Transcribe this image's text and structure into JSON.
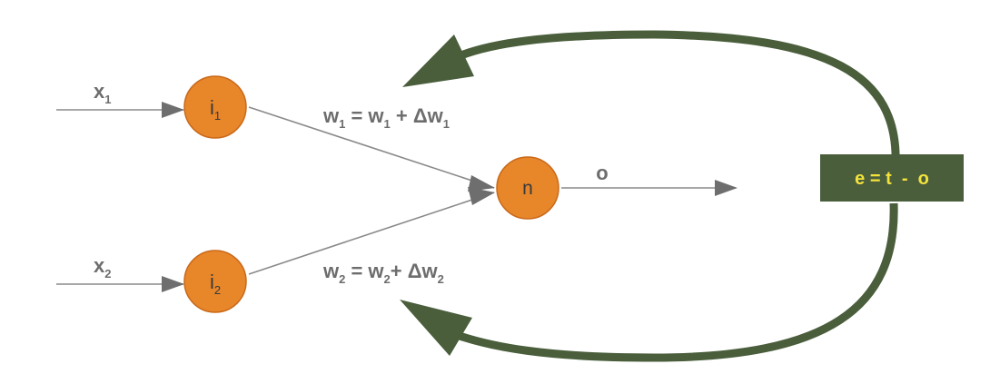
{
  "inputs": [
    {
      "var": "x",
      "sub": "1"
    },
    {
      "var": "x",
      "sub": "2"
    }
  ],
  "nodes": [
    {
      "letter": "i",
      "sub": "1"
    },
    {
      "letter": "i",
      "sub": "2"
    },
    {
      "letter": "n",
      "sub": ""
    }
  ],
  "weights": [
    {
      "w": "w",
      "s1": "1",
      "eq": " = w",
      "s2": "1",
      "plus": " + Δw",
      "s3": "1"
    },
    {
      "w": "w",
      "s1": "2",
      "eq": " = w",
      "s2": "2",
      "plus": "+ Δw",
      "s3": "2"
    }
  ],
  "output_label": "o",
  "error_label": "e = t  -  o",
  "colors": {
    "node_fill": "#e8862a",
    "node_stroke": "#c9691a",
    "line": "#8a8a8a",
    "feedback": "#4a5e3c",
    "error_box": "#4a5e3c",
    "error_text": "#f4e23c"
  }
}
